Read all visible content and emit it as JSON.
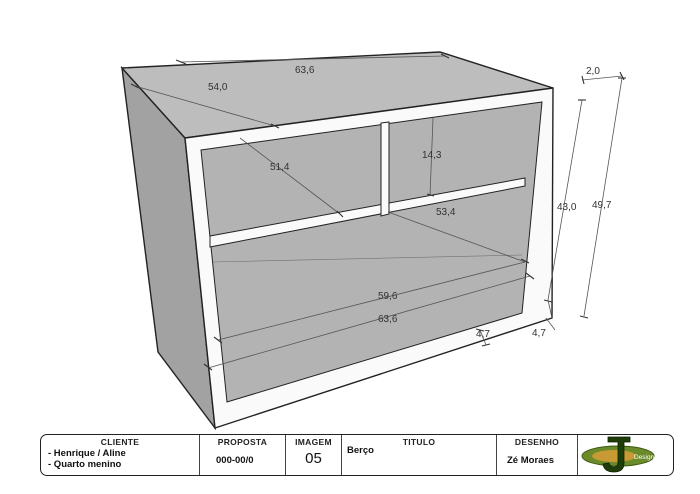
{
  "drawing": {
    "dimensions": {
      "width_total": "63,6",
      "depth_top": "54,0",
      "side_thickness": "2,0",
      "inner_height": "43,0",
      "total_height": "49,7",
      "inner_depth": "51,4",
      "upper_space": "14,3",
      "shelf_depth": "53,4",
      "inner_width": "59,6",
      "width_bottom": "63,6",
      "base_height_front": "4,7",
      "base_height_side": "4,7"
    },
    "colors": {
      "panel_front": "#fafafa",
      "cavity_wall": "#b3b3b3",
      "side_face": "#a2a2a2",
      "top_face": "#bdbdbd",
      "outline": "#222222"
    }
  },
  "title_block": {
    "cliente": {
      "label": "CLIENTE",
      "line1": "- Henrique / Aline",
      "line2": "- Quarto menino"
    },
    "proposta": {
      "label": "PROPOSTA",
      "value": "000-00/0"
    },
    "imagem": {
      "label": "IMAGEM",
      "value": "05"
    },
    "titulo": {
      "label": "TITULO",
      "value": "Berço"
    },
    "desenho": {
      "label": "DESENHO",
      "value": "Zé Moraes"
    },
    "logo": {
      "letter": "J",
      "text": "Design",
      "icon": "jd-logo-icon"
    }
  }
}
